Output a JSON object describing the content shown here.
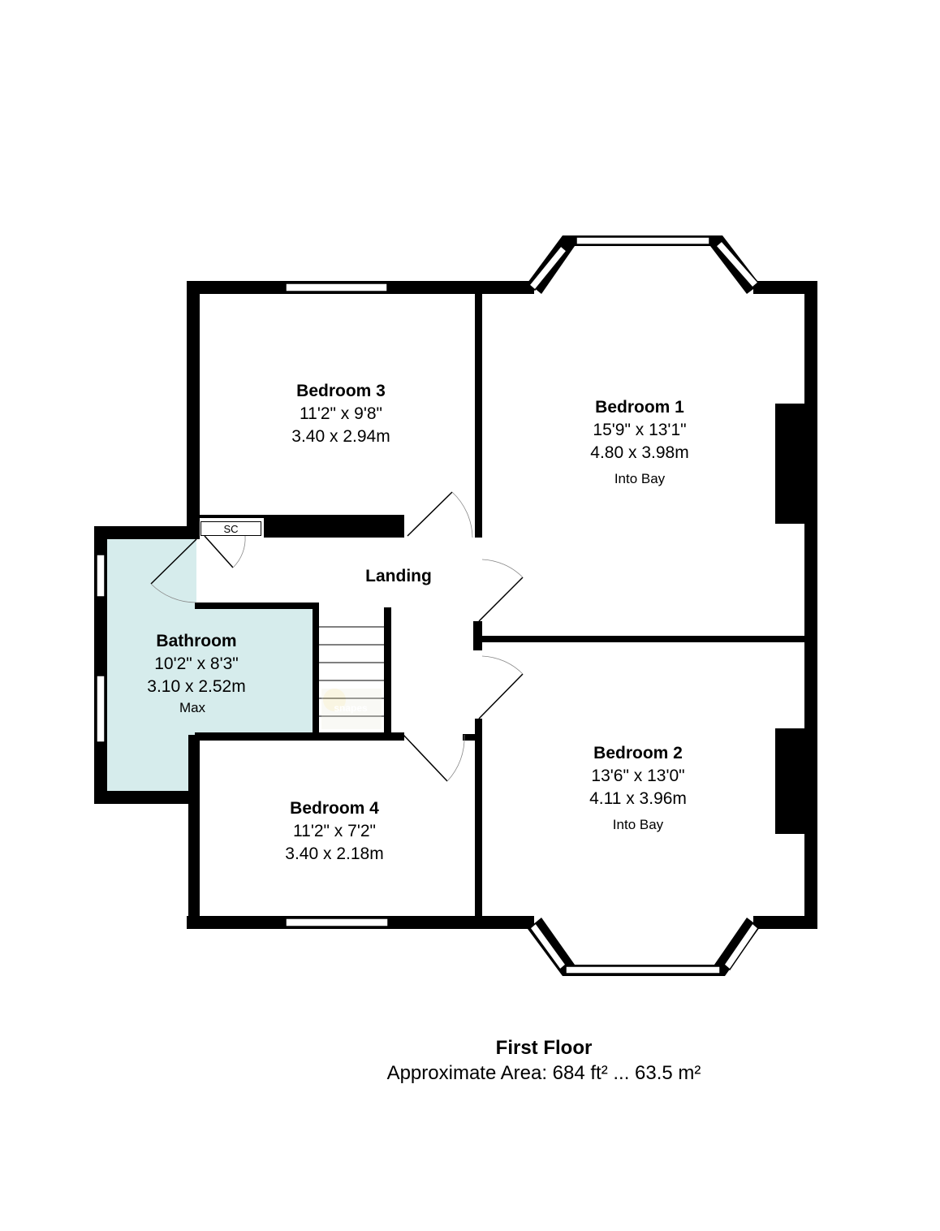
{
  "floor": {
    "title": "First Floor",
    "area": "Approximate Area: 684 ft² ... 63.5 m²"
  },
  "rooms": {
    "bedroom3": {
      "name": "Bedroom 3",
      "imperial": "11'2\" x 9'8\"",
      "metric": "3.40 x 2.94m"
    },
    "bedroom1": {
      "name": "Bedroom 1",
      "imperial": "15'9\" x 13'1\"",
      "metric": "4.80 x 3.98m",
      "note": "Into Bay"
    },
    "landing": {
      "name": "Landing"
    },
    "bathroom": {
      "name": "Bathroom",
      "imperial": "10'2\" x 8'3\"",
      "metric": "3.10 x 2.52m",
      "note": "Max"
    },
    "bedroom4": {
      "name": "Bedroom 4",
      "imperial": "11'2\" x 7'2\"",
      "metric": "3.40 x 2.18m"
    },
    "bedroom2": {
      "name": "Bedroom 2",
      "imperial": "13'6\" x 13'0\"",
      "metric": "4.11 x 3.96m",
      "note": "Into Bay"
    }
  },
  "cupboard": {
    "label": "SC"
  },
  "watermark": "snapes",
  "colors": {
    "wall": "#000000",
    "bathroom_fill": "#d6ecec",
    "background": "#ffffff"
  }
}
